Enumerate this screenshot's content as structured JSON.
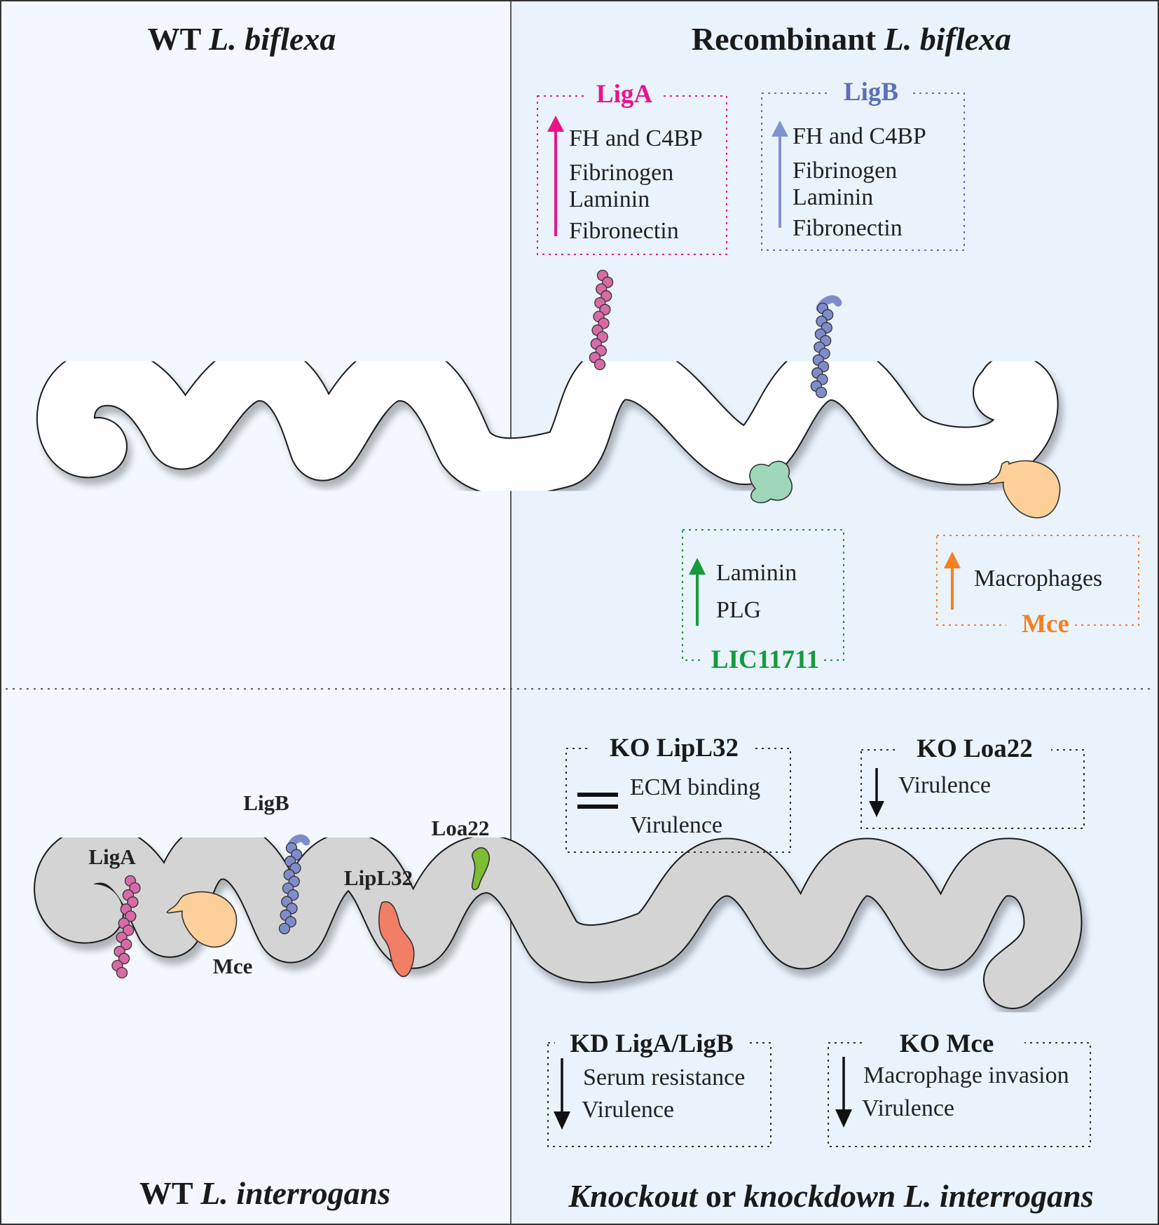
{
  "colors": {
    "liga": "#e8148a",
    "ligb": "#5b70b4",
    "lic": "#149b3c",
    "mce": "#f5801e",
    "dark": "#111111",
    "panel_left": "#f2f8fd",
    "panel_right": "#eaf2fc",
    "body_wt": "#ffffff",
    "body_int": "#d4d4d4",
    "protein_liga": "#d86aa6",
    "protein_ligb": "#7f8ccb",
    "protein_lic": "#9fd8b8",
    "protein_mce": "#fdd09a",
    "protein_lipl32": "#f07f66",
    "protein_loa22": "#7cbd32"
  },
  "quadrants": {
    "top_left": {
      "title_plain": "WT ",
      "title_italic": "L. biflexa"
    },
    "top_right": {
      "title_plain": "Recombinant ",
      "title_italic": "L. biflexa"
    },
    "bottom_left": {
      "title_plain": "WT ",
      "title_italic": "L. interrogans"
    },
    "bottom_right": {
      "title_italic_1": "Knockout",
      "title_plain": " or ",
      "title_italic_2": "knockdown L. interrogans"
    }
  },
  "boxes": {
    "liga": {
      "header": "LigA",
      "arrow": "up",
      "lines": [
        "FH and C4BP",
        "Fibrinogen",
        "Laminin",
        "Fibronectin"
      ]
    },
    "ligb": {
      "header": "LigB",
      "arrow": "up",
      "lines": [
        "FH and C4BP",
        "Fibrinogen",
        "Laminin",
        "Fibronectin"
      ]
    },
    "lic11711": {
      "header": "LIC11711",
      "arrow": "up",
      "lines": [
        "Laminin",
        "PLG"
      ]
    },
    "mce": {
      "header": "Mce",
      "arrow": "up",
      "lines": [
        "Macrophages"
      ]
    },
    "ko_lipl32": {
      "header": "KO LipL32",
      "symbol": "=",
      "lines": [
        "ECM binding",
        "Virulence"
      ]
    },
    "ko_loa22": {
      "header": "KO Loa22",
      "arrow": "down",
      "lines": [
        "Virulence"
      ]
    },
    "kd_ligab": {
      "header": "KD LigA/LigB",
      "arrow": "down",
      "lines": [
        "Serum resistance",
        "Virulence"
      ]
    },
    "ko_mce": {
      "header": "KO Mce",
      "arrow": "down",
      "lines": [
        "Macrophage invasion",
        "Virulence"
      ]
    }
  },
  "protein_labels": {
    "liga": "LigA",
    "ligb": "LigB",
    "mce": "Mce",
    "lipl32": "LipL32",
    "loa22": "Loa22"
  }
}
